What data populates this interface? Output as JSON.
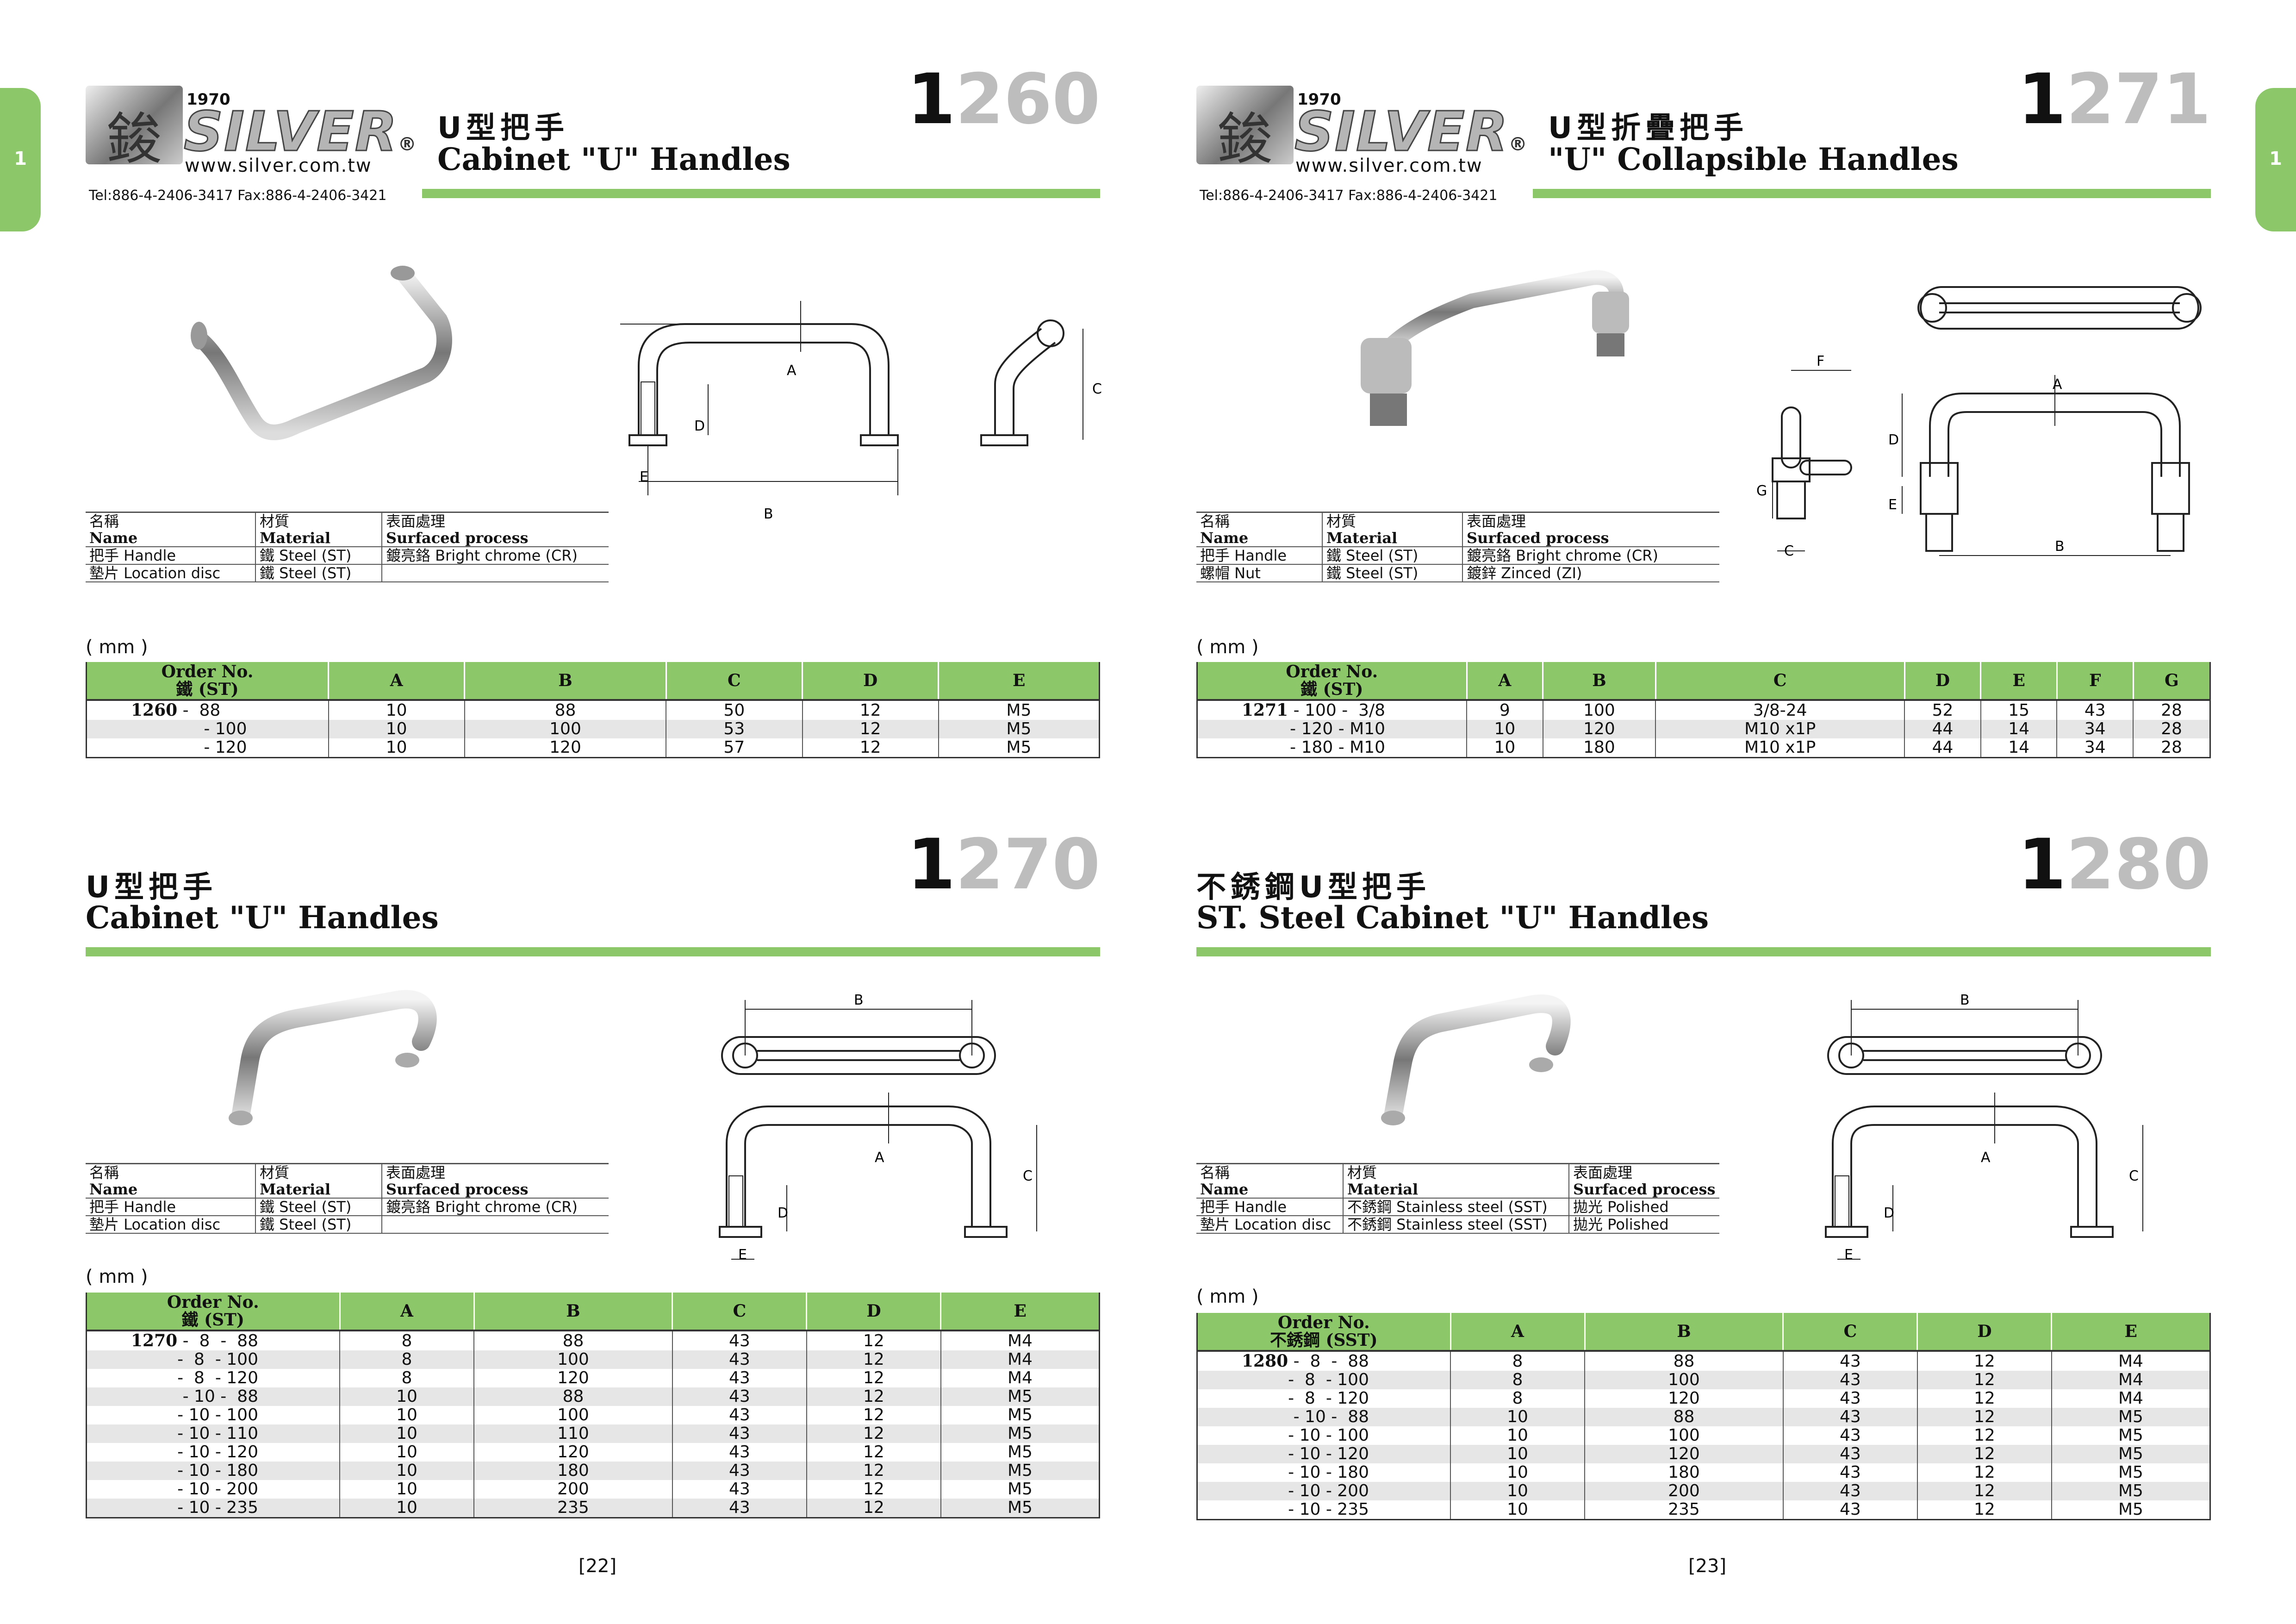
{
  "brand": {
    "logo_char": "鋑",
    "year": "1970",
    "name": "SILVER",
    "registered": "®",
    "website": "www.silver.com.tw",
    "contact": "Tel:886-4-2406-3417  Fax:886-4-2406-3421"
  },
  "side_tab": "1",
  "colors": {
    "accent_green": "#8cc86a",
    "row_gray": "#e6e6e6"
  },
  "units_label": "( mm )",
  "spec_headers": {
    "name_cn": "名稱",
    "name_en": "Name",
    "material_cn": "材質",
    "material_en": "Material",
    "process_cn": "表面處理",
    "process_en": "Surfaced process"
  },
  "products": {
    "p1260": {
      "number_first": "1",
      "number_rest": "260",
      "title_cn": "U型把手",
      "title_en": "Cabinet \"U\" Handles",
      "spec_rows": [
        {
          "name": "把手 Handle",
          "material": "鐵 Steel (ST)",
          "process": "鍍亮鉻 Bright chrome (CR)"
        },
        {
          "name": "墊片 Location disc",
          "material": "鐵 Steel (ST)",
          "process": ""
        }
      ],
      "order_header": [
        "Order No.",
        "鐵 (ST)"
      ],
      "columns": [
        "A",
        "B",
        "C",
        "D",
        "E"
      ],
      "rows": [
        {
          "order_bold": "1260",
          "order": " -  88",
          "values": [
            "10",
            "88",
            "50",
            "12",
            "M5"
          ]
        },
        {
          "order_bold": "",
          "order": "- 100",
          "values": [
            "10",
            "100",
            "53",
            "12",
            "M5"
          ]
        },
        {
          "order_bold": "",
          "order": "- 120",
          "values": [
            "10",
            "120",
            "57",
            "12",
            "M5"
          ]
        }
      ],
      "dim_labels": {
        "A": "A",
        "B": "B",
        "C": "C",
        "D": "D",
        "E": "E"
      }
    },
    "p1271": {
      "number_first": "1",
      "number_rest": "271",
      "title_cn": "U型折疊把手",
      "title_en": "\"U\" Collapsible Handles",
      "spec_rows": [
        {
          "name": "把手 Handle",
          "material": "鐵 Steel (ST)",
          "process": "鍍亮鉻 Bright chrome (CR)"
        },
        {
          "name": "螺帽 Nut",
          "material": "鐵 Steel (ST)",
          "process": "鍍鋅 Zinced (ZI)"
        }
      ],
      "order_header": [
        "Order No.",
        "鐵 (ST)"
      ],
      "columns": [
        "A",
        "B",
        "C",
        "D",
        "E",
        "F",
        "G"
      ],
      "rows": [
        {
          "order_bold": "1271",
          "order": " - 100 -  3/8",
          "values": [
            "9",
            "100",
            "3/8-24",
            "52",
            "15",
            "43",
            "28"
          ]
        },
        {
          "order_bold": "",
          "order": "- 120 - M10",
          "values": [
            "10",
            "120",
            "M10 x1P",
            "44",
            "14",
            "34",
            "28"
          ]
        },
        {
          "order_bold": "",
          "order": "- 180 - M10",
          "values": [
            "10",
            "180",
            "M10 x1P",
            "44",
            "14",
            "34",
            "28"
          ]
        }
      ],
      "dim_labels": {
        "A": "A",
        "B": "B",
        "C": "C",
        "D": "D",
        "E": "E",
        "F": "F",
        "G": "G"
      }
    },
    "p1270": {
      "number_first": "1",
      "number_rest": "270",
      "title_cn": "U型把手",
      "title_en": "Cabinet \"U\" Handles",
      "spec_rows": [
        {
          "name": "把手 Handle",
          "material": "鐵 Steel (ST)",
          "process": "鍍亮鉻 Bright chrome (CR)"
        },
        {
          "name": "墊片 Location disc",
          "material": "鐵 Steel (ST)",
          "process": ""
        }
      ],
      "order_header": [
        "Order No.",
        "鐵 (ST)"
      ],
      "columns": [
        "A",
        "B",
        "C",
        "D",
        "E"
      ],
      "rows": [
        {
          "order_bold": "1270",
          "order": " -  8  -  88",
          "values": [
            "8",
            "88",
            "43",
            "12",
            "M4"
          ]
        },
        {
          "order_bold": "",
          "order": "-  8  - 100",
          "values": [
            "8",
            "100",
            "43",
            "12",
            "M4"
          ]
        },
        {
          "order_bold": "",
          "order": "-  8  - 120",
          "values": [
            "8",
            "120",
            "43",
            "12",
            "M4"
          ]
        },
        {
          "order_bold": "",
          "order": "- 10 -  88",
          "values": [
            "10",
            "88",
            "43",
            "12",
            "M5"
          ]
        },
        {
          "order_bold": "",
          "order": "- 10 - 100",
          "values": [
            "10",
            "100",
            "43",
            "12",
            "M5"
          ]
        },
        {
          "order_bold": "",
          "order": "- 10 - 110",
          "values": [
            "10",
            "110",
            "43",
            "12",
            "M5"
          ]
        },
        {
          "order_bold": "",
          "order": "- 10 - 120",
          "values": [
            "10",
            "120",
            "43",
            "12",
            "M5"
          ]
        },
        {
          "order_bold": "",
          "order": "- 10 - 180",
          "values": [
            "10",
            "180",
            "43",
            "12",
            "M5"
          ]
        },
        {
          "order_bold": "",
          "order": "- 10 - 200",
          "values": [
            "10",
            "200",
            "43",
            "12",
            "M5"
          ]
        },
        {
          "order_bold": "",
          "order": "- 10 - 235",
          "values": [
            "10",
            "235",
            "43",
            "12",
            "M5"
          ]
        }
      ],
      "dim_labels": {
        "A": "A",
        "B": "B",
        "C": "C",
        "D": "D",
        "E": "E"
      }
    },
    "p1280": {
      "number_first": "1",
      "number_rest": "280",
      "title_cn": "不銹鋼U型把手",
      "title_en": "ST. Steel Cabinet \"U\" Handles",
      "spec_rows": [
        {
          "name": "把手 Handle",
          "material": "不銹鋼 Stainless steel (SST)",
          "process": "拋光 Polished"
        },
        {
          "name": "墊片 Location disc",
          "material": "不銹鋼 Stainless steel (SST)",
          "process": "拋光 Polished"
        }
      ],
      "order_header": [
        "Order No.",
        "不銹鋼 (SST)"
      ],
      "columns": [
        "A",
        "B",
        "C",
        "D",
        "E"
      ],
      "rows": [
        {
          "order_bold": "1280",
          "order": " -  8  -  88",
          "values": [
            "8",
            "88",
            "43",
            "12",
            "M4"
          ]
        },
        {
          "order_bold": "",
          "order": "-  8  - 100",
          "values": [
            "8",
            "100",
            "43",
            "12",
            "M4"
          ]
        },
        {
          "order_bold": "",
          "order": "-  8  - 120",
          "values": [
            "8",
            "120",
            "43",
            "12",
            "M4"
          ]
        },
        {
          "order_bold": "",
          "order": "- 10 -  88",
          "values": [
            "10",
            "88",
            "43",
            "12",
            "M5"
          ]
        },
        {
          "order_bold": "",
          "order": "- 10 - 100",
          "values": [
            "10",
            "100",
            "43",
            "12",
            "M5"
          ]
        },
        {
          "order_bold": "",
          "order": "- 10 - 120",
          "values": [
            "10",
            "120",
            "43",
            "12",
            "M5"
          ]
        },
        {
          "order_bold": "",
          "order": "- 10 - 180",
          "values": [
            "10",
            "180",
            "43",
            "12",
            "M5"
          ]
        },
        {
          "order_bold": "",
          "order": "- 10 - 200",
          "values": [
            "10",
            "200",
            "43",
            "12",
            "M5"
          ]
        },
        {
          "order_bold": "",
          "order": "- 10 - 235",
          "values": [
            "10",
            "235",
            "43",
            "12",
            "M5"
          ]
        }
      ],
      "dim_labels": {
        "A": "A",
        "B": "B",
        "C": "C",
        "D": "D",
        "E": "E"
      }
    }
  },
  "page_numbers": {
    "left": "[22]",
    "right": "[23]"
  }
}
